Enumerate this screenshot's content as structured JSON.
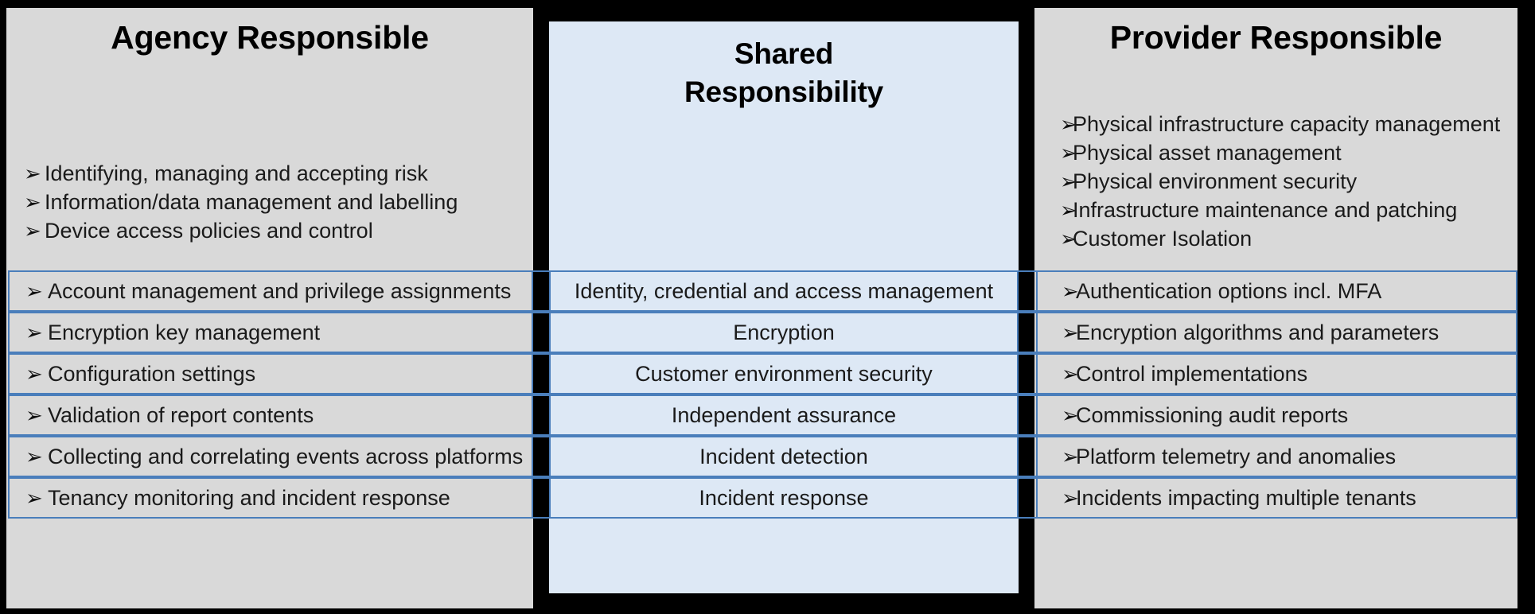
{
  "diagram": {
    "title_agency": "Agency Responsible",
    "title_shared": "Shared Responsibility",
    "title_provider": "Provider Responsible",
    "bullet_glyph": "➢",
    "colors": {
      "background": "#000000",
      "side_panel": "#d9d9d9",
      "shared_panel": "#dde8f5",
      "row_border": "#4a7ebb",
      "text": "#1a1a1a"
    }
  },
  "agency_only_items": [
    "Identifying, managing and accepting risk",
    "Information/data management and labelling",
    "Device access policies and control"
  ],
  "provider_only_items": [
    "Physical infrastructure capacity management",
    "Physical asset management",
    "Physical environment security",
    "Infrastructure maintenance and patching",
    "Customer Isolation"
  ],
  "shared_rows": [
    {
      "agency": "Account management and privilege assignments",
      "shared": "Identity, credential and access management",
      "provider": "Authentication options incl. MFA"
    },
    {
      "agency": "Encryption key management",
      "shared": "Encryption",
      "provider": "Encryption algorithms and parameters"
    },
    {
      "agency": "Configuration settings",
      "shared": "Customer environment security",
      "provider": "Control implementations"
    },
    {
      "agency": "Validation of report contents",
      "shared": "Independent assurance",
      "provider": "Commissioning audit reports"
    },
    {
      "agency": "Collecting and correlating events across platforms",
      "shared": "Incident detection",
      "provider": "Platform telemetry and anomalies"
    },
    {
      "agency": "Tenancy monitoring and incident response",
      "shared": "Incident response",
      "provider": "Incidents impacting multiple tenants"
    }
  ]
}
